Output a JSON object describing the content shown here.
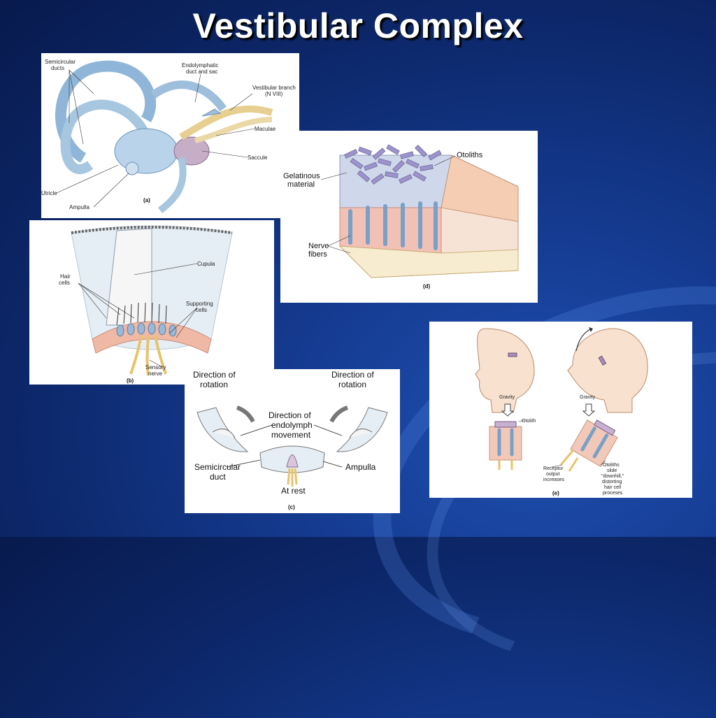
{
  "slide": {
    "title": "Vestibular Complex",
    "colors": {
      "background": "#0c2667",
      "title": "#ffffff"
    }
  },
  "panel_a": {
    "tag": "(a)",
    "labels": {
      "semicircular_ducts_1": "Semicircular",
      "semicircular_ducts_2": "ducts",
      "endolymphatic_1": "Endolymphatic",
      "endolymphatic_2": "duct and sac",
      "vestibular_branch_1": "Vestibular branch",
      "vestibular_branch_2": "(N VIII)",
      "maculae": "Maculae",
      "saccule": "Saccule",
      "utricle": "Utricle",
      "ampulla": "Ampulla"
    }
  },
  "panel_b": {
    "tag": "(b)",
    "labels": {
      "cupula": "Cupula",
      "hair_cells_1": "Hair",
      "hair_cells_2": "cells",
      "supporting_1": "Supporting",
      "supporting_2": "cells",
      "sensory_1": "Sensory",
      "sensory_2": "nerve"
    }
  },
  "panel_c": {
    "tag": "(c)",
    "labels": {
      "dir_rot_left_1": "Direction of",
      "dir_rot_left_2": "rotation",
      "dir_rot_right_1": "Direction of",
      "dir_rot_right_2": "rotation",
      "endolymph_1": "Direction of",
      "endolymph_2": "endolymph",
      "endolymph_3": "movement",
      "semicircular_1": "Semicircular",
      "semicircular_2": "duct",
      "ampulla": "Ampulla",
      "at_rest": "At rest"
    }
  },
  "panel_d": {
    "tag": "(d)",
    "labels": {
      "otoliths": "Otoliths",
      "gelatinous_1": "Gelatinous",
      "gelatinous_2": "material",
      "nerve_1": "Nerve",
      "nerve_2": "fibers"
    }
  },
  "panel_e": {
    "tag": "(e)",
    "labels": {
      "gravity_left": "Gravity",
      "gravity_right": "Gravity",
      "otolith": "Otolith",
      "receptor_1": "Receptor",
      "receptor_2": "output",
      "receptor_3": "increases",
      "slide_1": "Otoliths",
      "slide_2": "slide",
      "slide_3": "\"downhill,\"",
      "slide_4": "distorting",
      "slide_5": "hair cell",
      "slide_6": "proceses"
    }
  }
}
